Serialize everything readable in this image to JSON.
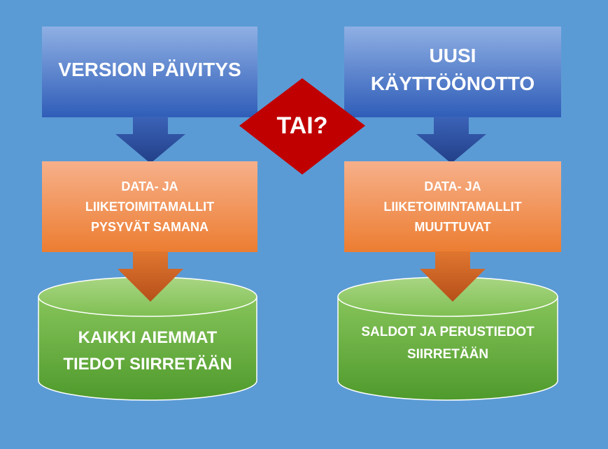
{
  "colors": {
    "background": "#5b9bd5",
    "blue_box_top": "#8fb0e4",
    "blue_box_bottom": "#2f5db8",
    "arrow_blue": "#2c4fa0",
    "orange_top": "#f7b08a",
    "orange_bottom": "#ec7d31",
    "arrow_orange": "#c65a1c",
    "green_top": "#88c55a",
    "green_bottom": "#4e9a2a",
    "diamond_red": "#c00000",
    "text": "#ffffff"
  },
  "left": {
    "top_box": "VERSION PÄIVITYS",
    "middle_box": "DATA- JA\nLIIKETOIMITAMALLIT\nPYSYVÄT SAMANA",
    "bottom_cylinder": "KAIKKI AIEMMAT\nTIEDOT SIIRRETÄÄN"
  },
  "center": {
    "diamond": "TAI?"
  },
  "right": {
    "top_box": "UUSI\nKÄYTTÖÖNOTTO",
    "middle_box": "DATA- JA\nLIIKETOIMINTAMALLIT\nMUUTTUVAT",
    "bottom_cylinder": "SALDOT JA PERUSTIEDOT\nSIIRRETÄÄN"
  }
}
